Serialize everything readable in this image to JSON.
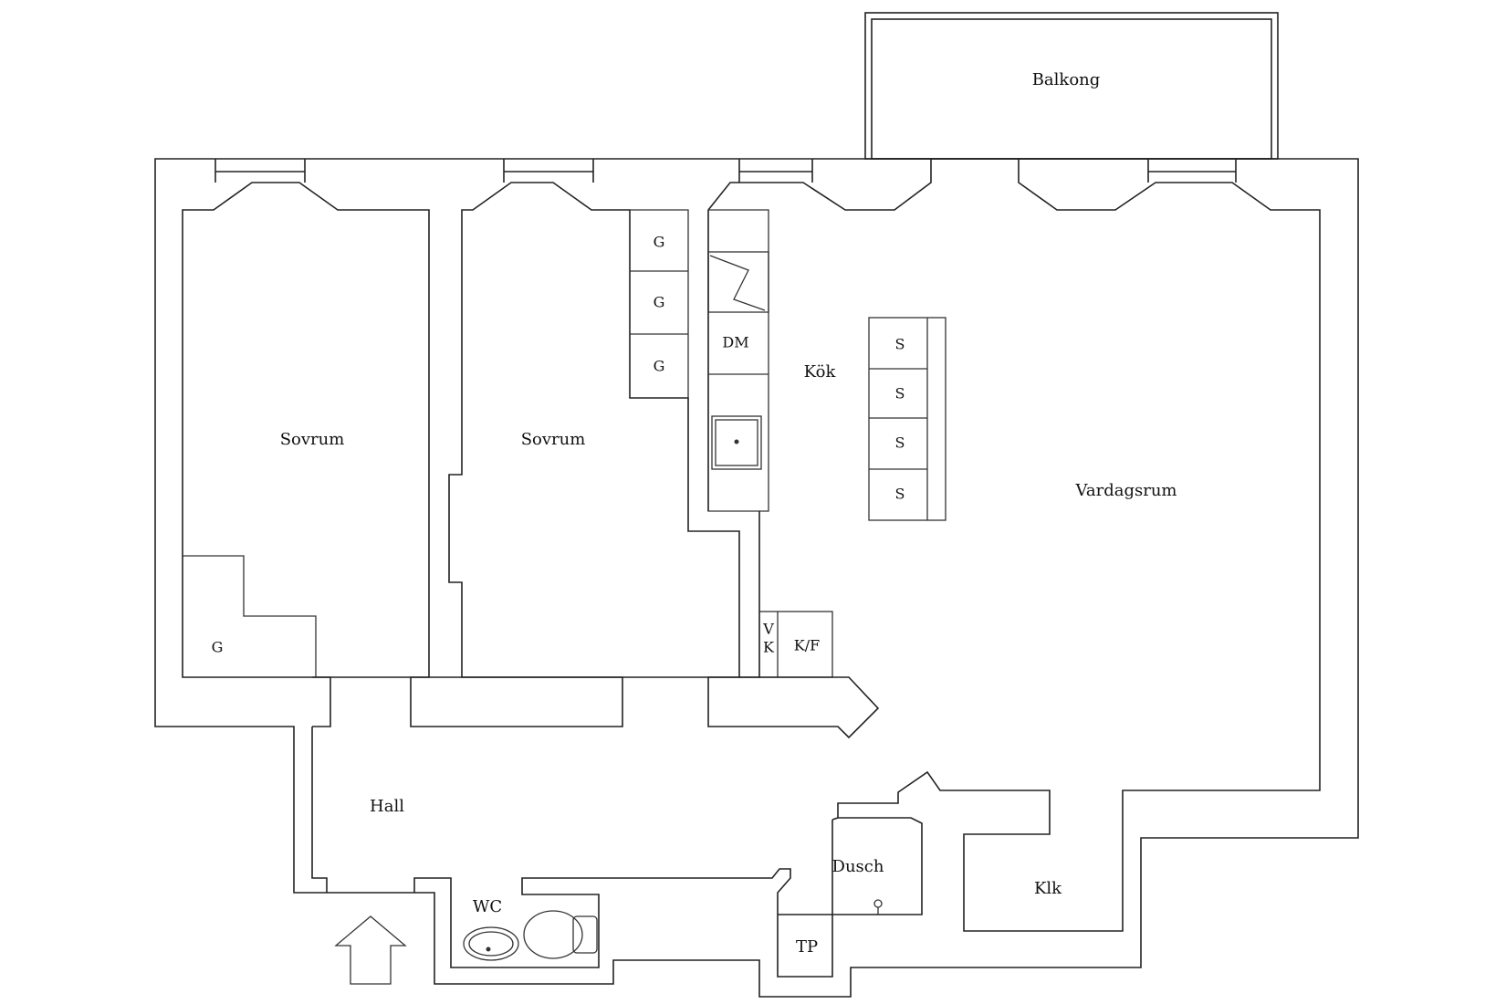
{
  "floorplan": {
    "rooms": {
      "balkong": "Balkong",
      "sovrum_1": "Sovrum",
      "sovrum_2": "Sovrum",
      "kok": "Kök",
      "vardagsrum": "Vardagsrum",
      "hall": "Hall",
      "wc": "WC",
      "dusch": "Dusch",
      "klk": "Klk",
      "tp": "TP"
    },
    "fixtures": {
      "wardrobe_g": "G",
      "dishwasher": "DM",
      "stove_s": "S",
      "vk_v": "V",
      "vk_k": "K",
      "kf": "K/F"
    },
    "icons": [
      "entrance-arrow-icon",
      "stove-hood-icon",
      "sink-icon",
      "washbasin-icon",
      "toilet-icon",
      "shower-head-icon"
    ]
  }
}
